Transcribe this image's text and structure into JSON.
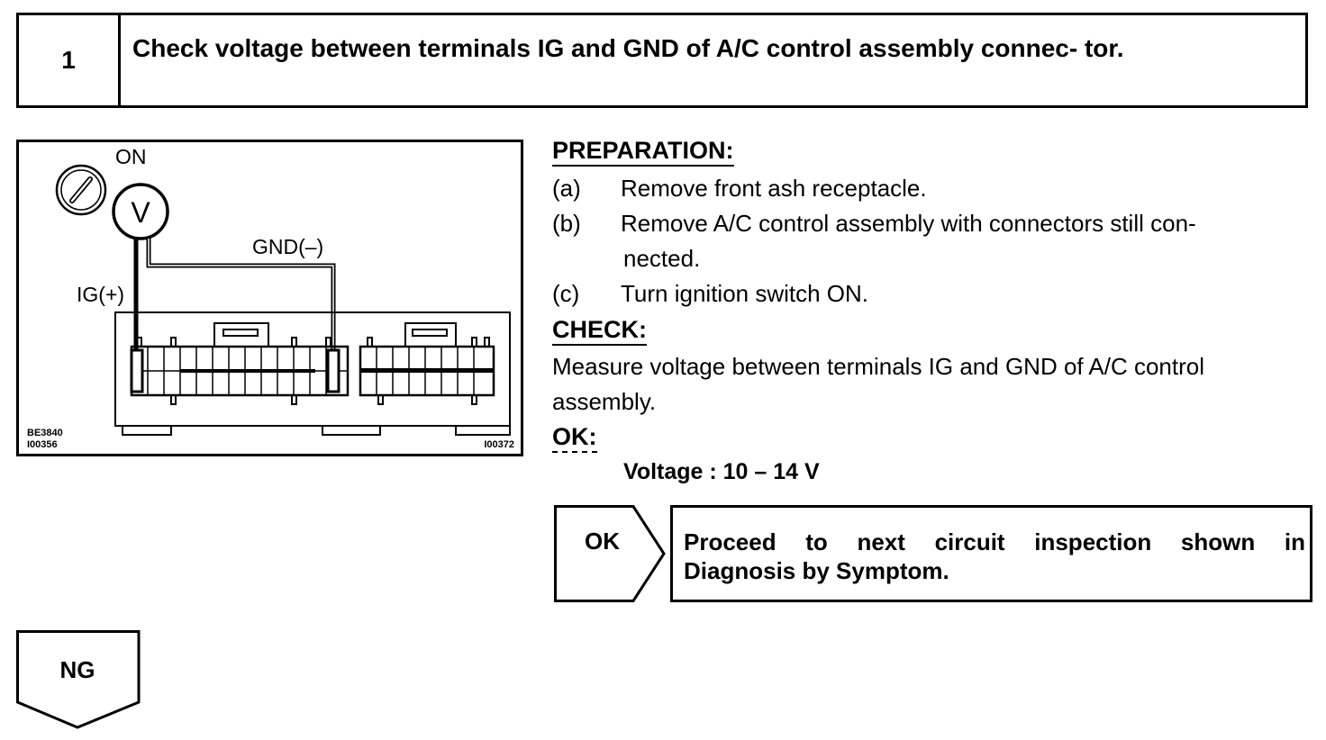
{
  "step": {
    "number": "1",
    "title": "Check voltage between terminals IG and GND of A/C control assembly connec- tor."
  },
  "diagram": {
    "switch_label": "ON",
    "meter_label": "V",
    "gnd_label": "GND(–)",
    "ig_label": "IG(+)",
    "code_left_1": "BE3840",
    "code_left_2": "I00356",
    "code_right": "I00372",
    "icons": [
      "ignition-switch-icon",
      "voltmeter-icon",
      "connector-icon"
    ]
  },
  "preparation": {
    "heading": "PREPARATION:",
    "items": [
      {
        "label": "(a)",
        "text": "Remove front ash receptacle."
      },
      {
        "label": "(b)",
        "text_line1": "Remove A/C control assembly with connectors still con-",
        "text_line2": "nected."
      },
      {
        "label": "(c)",
        "text": "Turn ignition switch ON."
      }
    ]
  },
  "check": {
    "heading": "CHECK:",
    "text_line1": "Measure voltage between terminals IG and GND of A/C control",
    "text_line2": "assembly."
  },
  "ok_spec": {
    "heading": "OK:",
    "spec": "Voltage : 10 – 14 V"
  },
  "ok_result": {
    "label": "OK",
    "text_line1": "Proceed to next circuit inspection shown in",
    "text_line2": "Diagnosis by Symptom."
  },
  "ng_result": {
    "label": "NG"
  }
}
